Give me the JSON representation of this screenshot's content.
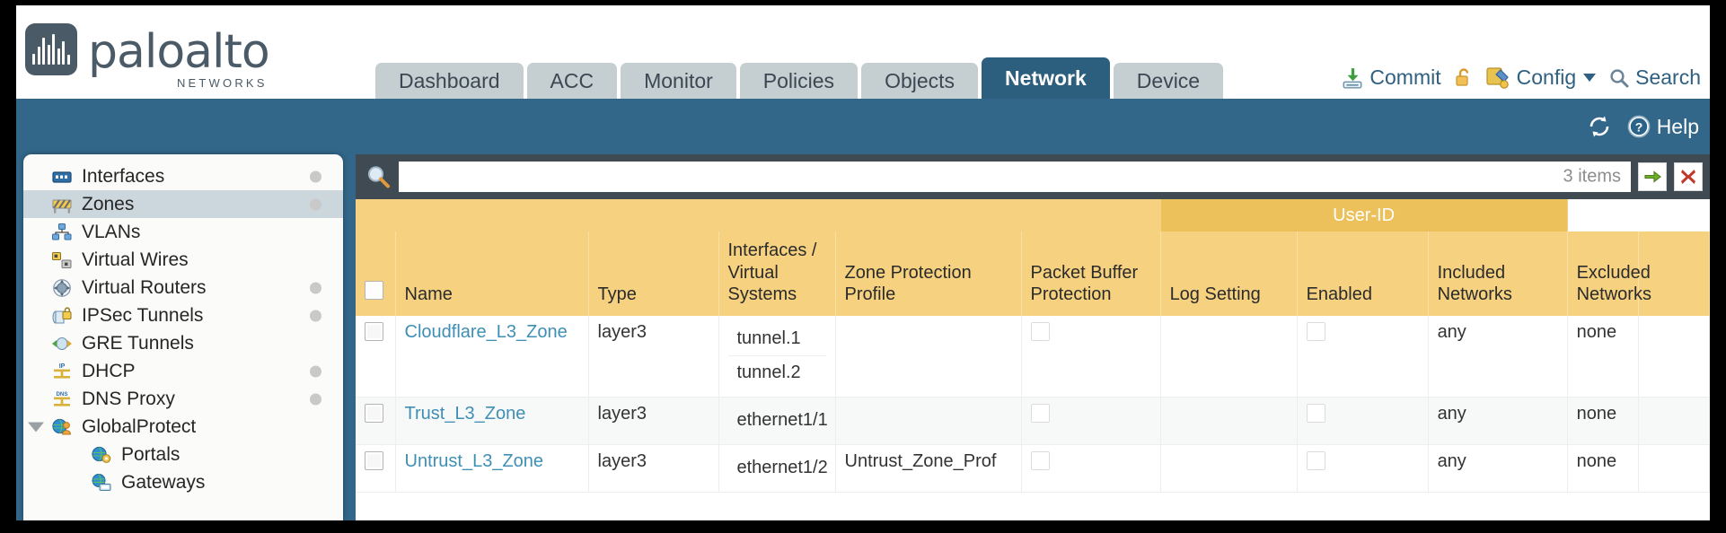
{
  "brand": {
    "name": "paloalto",
    "subtitle": "NETWORKS",
    "registered": "®",
    "logo_bg": "#4a5a66"
  },
  "colors": {
    "tab_active_bg": "#2c5f7e",
    "tab_bg": "#c5ced1",
    "blue_band": "#326789",
    "table_header": "#f5d180",
    "table_group_header": "#ecc05a",
    "link": "#3f8fb5",
    "panel_dark": "#3f4a52"
  },
  "nav": {
    "tabs": [
      {
        "label": "Dashboard",
        "active": false
      },
      {
        "label": "ACC",
        "active": false
      },
      {
        "label": "Monitor",
        "active": false
      },
      {
        "label": "Policies",
        "active": false
      },
      {
        "label": "Objects",
        "active": false
      },
      {
        "label": "Network",
        "active": true
      },
      {
        "label": "Device",
        "active": false
      }
    ]
  },
  "toolbar": {
    "commit_label": "Commit",
    "config_label": "Config",
    "search_label": "Search",
    "lock_icon": "unlock-icon",
    "commit_icon": "commit-save-icon",
    "config_icon": "config-wrench-key-icon",
    "search_icon": "search-magnifier-icon",
    "caret_icon": "chevron-down-icon"
  },
  "bluebar": {
    "refresh_icon": "refresh-icon",
    "help_icon": "help-question-icon",
    "help_label": "Help"
  },
  "sidebar": {
    "items": [
      {
        "label": "Interfaces",
        "icon": "interfaces-icon",
        "dot": true,
        "selected": false,
        "child": false,
        "caret": false
      },
      {
        "label": "Zones",
        "icon": "zones-icon",
        "dot": true,
        "selected": true,
        "child": false,
        "caret": false
      },
      {
        "label": "VLANs",
        "icon": "vlans-icon",
        "dot": false,
        "selected": false,
        "child": false,
        "caret": false
      },
      {
        "label": "Virtual Wires",
        "icon": "virtual-wires-icon",
        "dot": false,
        "selected": false,
        "child": false,
        "caret": false
      },
      {
        "label": "Virtual Routers",
        "icon": "virtual-routers-icon",
        "dot": true,
        "selected": false,
        "child": false,
        "caret": false
      },
      {
        "label": "IPSec Tunnels",
        "icon": "ipsec-tunnels-icon",
        "dot": true,
        "selected": false,
        "child": false,
        "caret": false
      },
      {
        "label": "GRE Tunnels",
        "icon": "gre-tunnels-icon",
        "dot": false,
        "selected": false,
        "child": false,
        "caret": false
      },
      {
        "label": "DHCP",
        "icon": "dhcp-icon",
        "dot": true,
        "selected": false,
        "child": false,
        "caret": false
      },
      {
        "label": "DNS Proxy",
        "icon": "dns-proxy-icon",
        "dot": true,
        "selected": false,
        "child": false,
        "caret": false
      },
      {
        "label": "GlobalProtect",
        "icon": "globalprotect-icon",
        "dot": false,
        "selected": false,
        "child": false,
        "caret": true
      },
      {
        "label": "Portals",
        "icon": "portals-icon",
        "dot": false,
        "selected": false,
        "child": true,
        "caret": false
      },
      {
        "label": "Gateways",
        "icon": "gateways-icon",
        "dot": false,
        "selected": false,
        "child": true,
        "caret": false
      }
    ]
  },
  "search": {
    "value": "",
    "placeholder": "",
    "items_count": "3 items",
    "apply_icon": "arrow-right-green-icon",
    "clear_icon": "clear-x-red-icon",
    "magnifier_icon": "search-magnifier-icon"
  },
  "table": {
    "group_header": {
      "label": "User-ID",
      "span": 3
    },
    "columns": [
      "Name",
      "Type",
      "Interfaces / Virtual Systems",
      "Zone Protection Profile",
      "Packet Buffer Protection",
      "Log Setting",
      "Enabled",
      "Included Networks",
      "Excluded Networks"
    ],
    "rows": [
      {
        "selected": false,
        "name": "Cloudflare_L3_Zone",
        "type": "layer3",
        "interfaces": [
          "tunnel.1",
          "tunnel.2"
        ],
        "zone_protection_profile": "",
        "packet_buffer_protection": false,
        "log_setting": "",
        "userid_enabled": false,
        "included_networks": "any",
        "excluded_networks": "none"
      },
      {
        "selected": false,
        "name": "Trust_L3_Zone",
        "type": "layer3",
        "interfaces": [
          "ethernet1/1"
        ],
        "zone_protection_profile": "",
        "packet_buffer_protection": false,
        "log_setting": "",
        "userid_enabled": false,
        "included_networks": "any",
        "excluded_networks": "none"
      },
      {
        "selected": false,
        "name": "Untrust_L3_Zone",
        "type": "layer3",
        "interfaces": [
          "ethernet1/2"
        ],
        "zone_protection_profile": "Untrust_Zone_Prof",
        "packet_buffer_protection": false,
        "log_setting": "",
        "userid_enabled": false,
        "included_networks": "any",
        "excluded_networks": "none"
      }
    ]
  }
}
